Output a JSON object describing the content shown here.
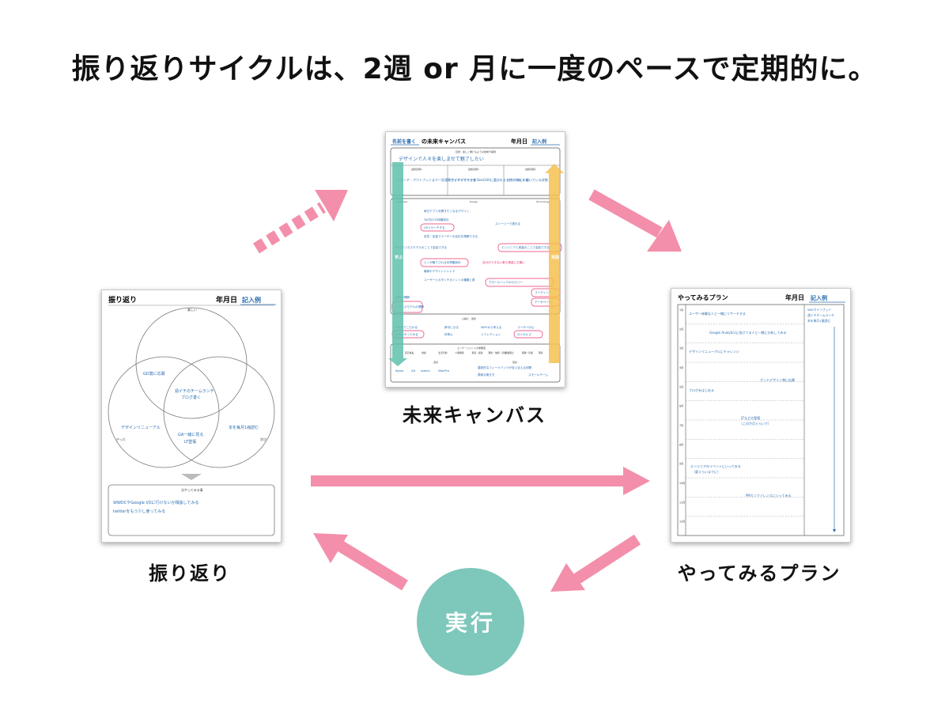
{
  "title": "振り返りサイクルは、2週 or 月に一度のペースで定期的に。",
  "execute_label": "実行",
  "colors": {
    "arrow": "#f38fab",
    "circle": "#7ec7bb",
    "blue": "#2a6db0",
    "pink": "#e8336f",
    "green": "#5fbfab",
    "yellow": "#f4c04f"
  },
  "furikaeri": {
    "caption": "振り返り",
    "header_title": "振り返り",
    "header_date": "年月日",
    "header_example": "記入例",
    "circle_labels": [
      "楽しい",
      "やった",
      "学び"
    ],
    "notes": [
      "GD賞に応募",
      "週イチのチームランチ",
      "ブログ書く",
      "デザインリニューアル",
      "本を毎月1冊読む",
      "GA一緒に見る",
      "LT登壇"
    ],
    "next_title": "次やってみる事",
    "next_items": [
      "WWDCやGoogle I/Oに行けないか相談してみる",
      "twitterをもう少し使ってみる"
    ]
  },
  "canvas": {
    "caption": "未来キャンバス",
    "header_name": "名前を書く",
    "header_title": "の未来キャンバス",
    "header_date": "年月日",
    "header_example": "記入例",
    "vision_label": "目的：楽しく働けるような技術や事例",
    "vision": "デザインで人々を楽しませて魅了したい",
    "goals_label": "最終目標1",
    "goals": [
      "リサーチ・アウトプットまで一気通貫でデザインできる",
      "グッドデザイン賞 Best100に選ばれるデザインをする",
      "自分が楽しく働いている状態"
    ],
    "columns": [
      "Business",
      "Design",
      "Technology"
    ],
    "items": [
      "毎日アプリを開きたくなるデザイン",
      "ToC向けの体験設計",
      "UXリサーチする",
      "定性・定量でユーザーの反応を理解できる",
      "ストーリーで語れる",
      "PLとビジネスモデルのことで会話できる",
      "エンジニアと実装のことで会話できる",
      "ヒトが魅了される世界観設計",
      "最新のデザイントレンド",
      "ユーザーとのタッチポイントの種類と数",
      "自分ができない事も素直にお願い",
      "グロースハックのセオリー",
      "コーディング",
      "データベース",
      "会計の理解",
      "ビジネスモデルの理解"
    ],
    "mind_label": "心構え・姿勢",
    "mind": [
      "UIDまでこだわる",
      "まずはやってみる",
      "夢中になる",
      "好奇心",
      "WHYから考える",
      "リフレクション",
      "ユーザー中心",
      "ロジカルさ"
    ],
    "engagement_label": "エンゲージメントの重要度",
    "engagement": [
      "自己成長",
      "健康",
      "生活行動",
      "人間関係",
      "承認・感謝",
      "理念・価値・意義",
      "組織風土",
      "報酬・待遇",
      "環境"
    ],
    "tools_label": "道具",
    "tools": [
      "figma",
      "XD",
      "sketch",
      "iMacPro"
    ],
    "env_label": "環境",
    "env": [
      "建設的なフィードバックが言い合える仲間",
      "柔軟な働き方",
      "スモールチーム"
    ],
    "arrow_down": "学ぶ",
    "arrow_up": "実践"
  },
  "plan": {
    "caption": "やってみるプラン",
    "header_title": "やってみるプラン",
    "header_date": "年月日",
    "header_example": "記入例",
    "months": [
      "1月",
      "2月",
      "3月",
      "4月",
      "5月",
      "6月",
      "7月",
      "8月",
      "9月",
      "10月",
      "11月",
      "12月"
    ],
    "side_note": [
      "SNSでインプット",
      "週イチチームランチ",
      "本を毎月1冊読む"
    ],
    "entries": [
      "ユーザー体験な人と一緒にリサーチする",
      "Google Analyticsに長けてる人と一緒に分析してみる",
      "デザインリニューアルにチャレンジ",
      "グッドデザイン賞に応募",
      "ブログをはじめる",
      "LTなどの登壇",
      "（このか月ぐらいで）",
      "エンジニアのイベントにいってみる",
      "（夏ぐらいまでに）",
      "PMカンファレンスにいってみる"
    ]
  }
}
